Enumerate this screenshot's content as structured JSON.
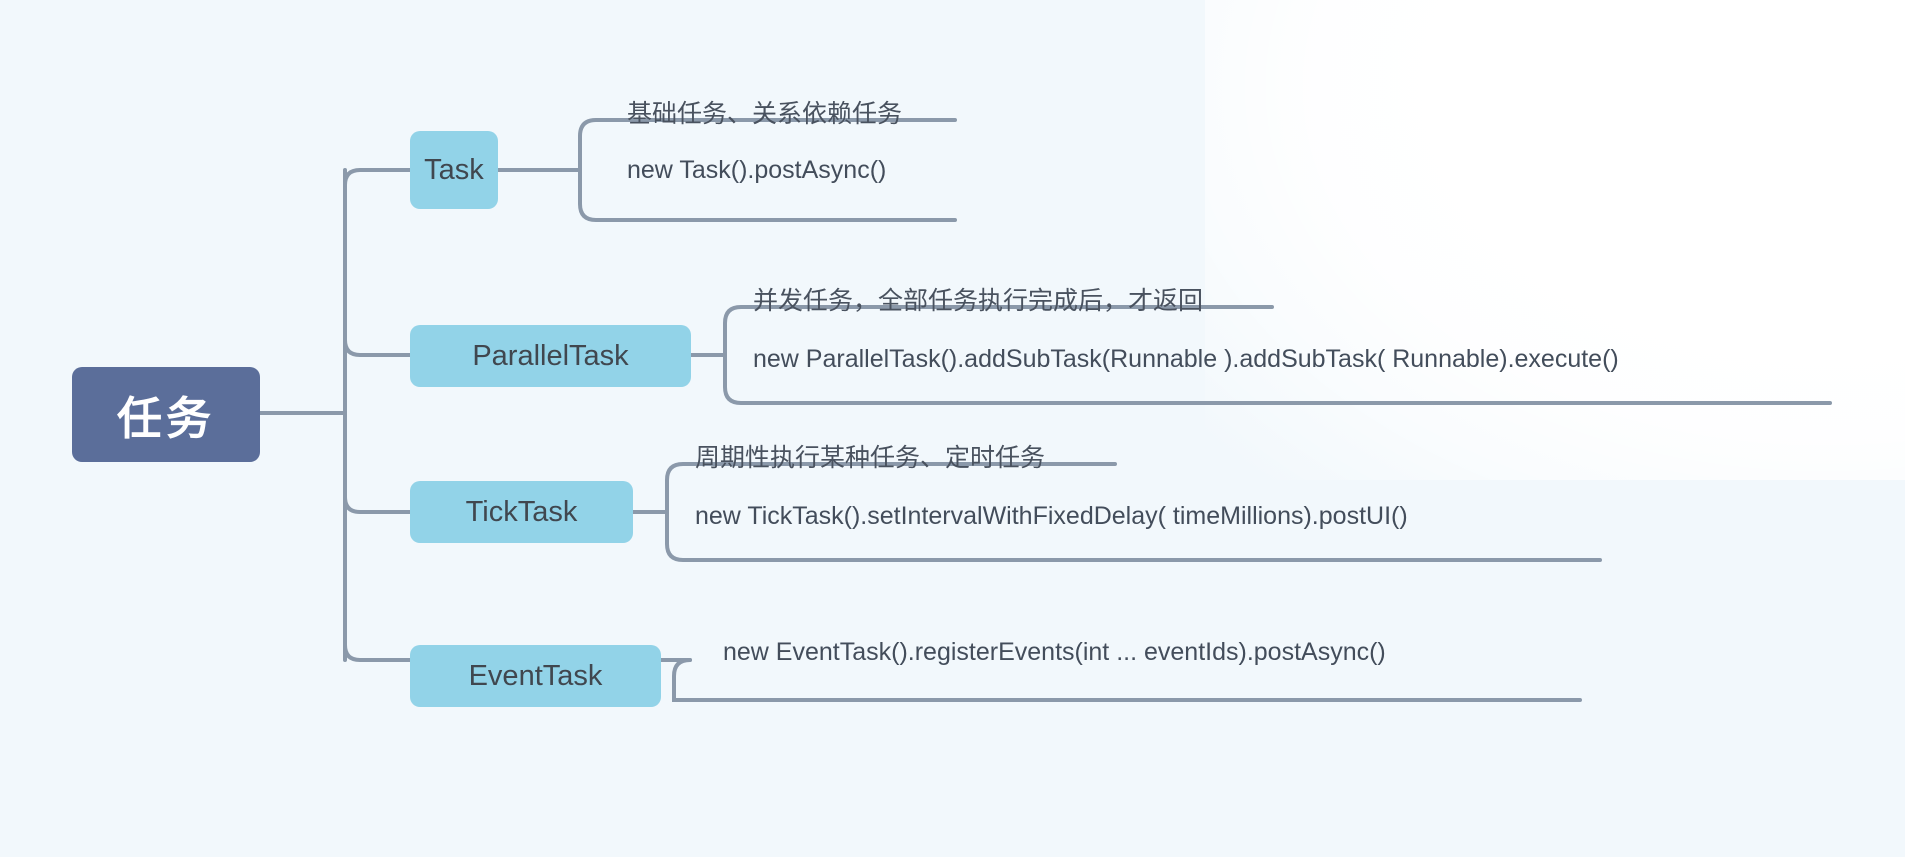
{
  "diagram": {
    "type": "mindmap",
    "title": "任务",
    "direction": "left-to-right",
    "colors": {
      "background": "#f2f8fc",
      "root_fill": "#5b6e9a",
      "root_text": "#ffffff",
      "branch_fill": "#92d3e8",
      "branch_text": "#40474f",
      "leaf_text": "#49525f",
      "edge": "#8b99aa"
    },
    "root": {
      "label": "任务"
    },
    "branches": [
      {
        "id": "task",
        "label": "Task",
        "leaves": [
          {
            "id": "task-desc",
            "kind": "desc",
            "text": "基础任务、关系依赖任务"
          },
          {
            "id": "task-code",
            "kind": "code",
            "text": "new Task().postAsync()"
          }
        ]
      },
      {
        "id": "parallel-task",
        "label": "ParallelTask",
        "leaves": [
          {
            "id": "parallel-task-desc",
            "kind": "desc",
            "text": "并发任务，全部任务执行完成后，才返回"
          },
          {
            "id": "parallel-task-code",
            "kind": "code",
            "text": "new ParallelTask().addSubTask(Runnable ).addSubTask( Runnable).execute()"
          }
        ]
      },
      {
        "id": "tick-task",
        "label": "TickTask",
        "leaves": [
          {
            "id": "tick-task-desc",
            "kind": "desc",
            "text": "周期性执行某种任务、定时任务"
          },
          {
            "id": "tick-task-code",
            "kind": "code",
            "text": "new TickTask().setIntervalWithFixedDelay( timeMillions).postUI()"
          }
        ]
      },
      {
        "id": "event-task",
        "label": "EventTask",
        "leaves": [
          {
            "id": "event-task-code",
            "kind": "code",
            "text": "new EventTask().registerEvents(int ... eventIds).postAsync()"
          }
        ]
      }
    ]
  }
}
